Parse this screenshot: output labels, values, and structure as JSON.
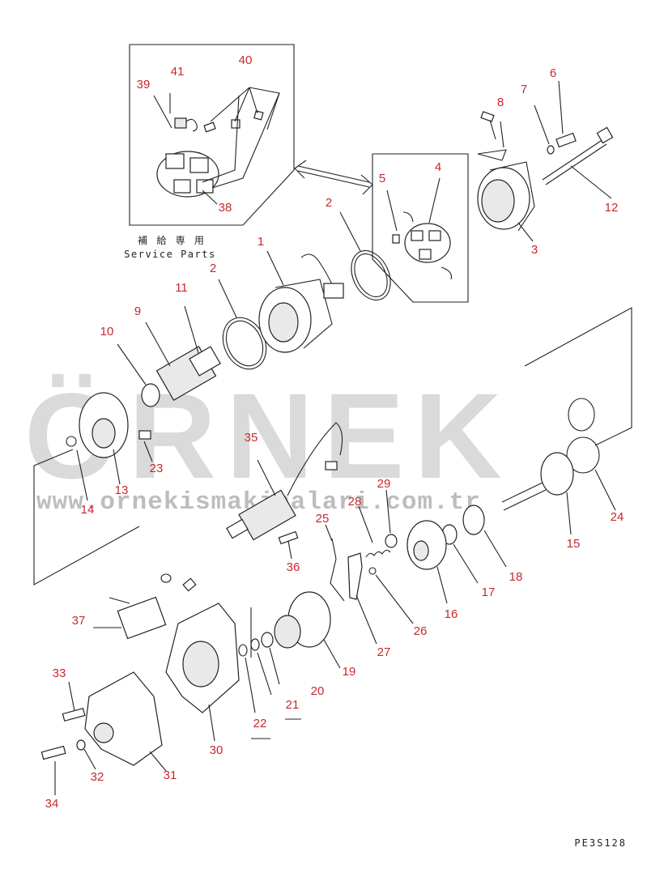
{
  "inset": {
    "label_jp": "補 給 専 用",
    "label_en": "Service Parts"
  },
  "code": "PE3S128",
  "watermark": {
    "brand": "ÖRNEK",
    "url": "www.ornekismakinalari.com.tr",
    "brand_color": "#d6d6d6",
    "accent_color": "#f0dc9a"
  },
  "callout_color": "#c8282d",
  "callouts": [
    {
      "n": "1"
    },
    {
      "n": "2"
    },
    {
      "n": "2"
    },
    {
      "n": "3"
    },
    {
      "n": "4"
    },
    {
      "n": "5"
    },
    {
      "n": "6"
    },
    {
      "n": "7"
    },
    {
      "n": "8"
    },
    {
      "n": "9"
    },
    {
      "n": "10"
    },
    {
      "n": "11"
    },
    {
      "n": "12"
    },
    {
      "n": "13"
    },
    {
      "n": "14"
    },
    {
      "n": "15"
    },
    {
      "n": "16"
    },
    {
      "n": "17"
    },
    {
      "n": "18"
    },
    {
      "n": "19"
    },
    {
      "n": "20"
    },
    {
      "n": "21"
    },
    {
      "n": "22"
    },
    {
      "n": "23"
    },
    {
      "n": "24"
    },
    {
      "n": "25"
    },
    {
      "n": "26"
    },
    {
      "n": "27"
    },
    {
      "n": "28"
    },
    {
      "n": "29"
    },
    {
      "n": "30"
    },
    {
      "n": "31"
    },
    {
      "n": "32"
    },
    {
      "n": "33"
    },
    {
      "n": "34"
    },
    {
      "n": "35"
    },
    {
      "n": "36"
    },
    {
      "n": "37"
    },
    {
      "n": "38"
    },
    {
      "n": "39"
    },
    {
      "n": "40"
    },
    {
      "n": "41"
    }
  ]
}
